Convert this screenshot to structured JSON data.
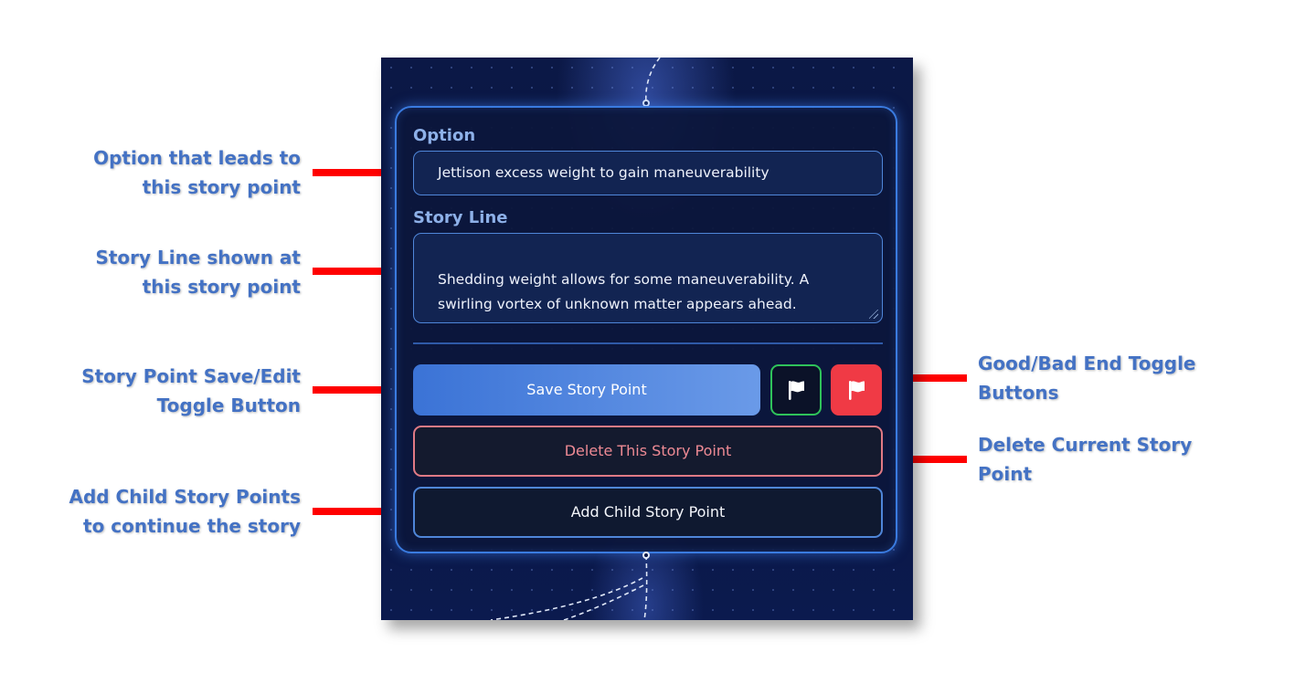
{
  "annotations": {
    "option_note": [
      "Option that leads to",
      "this story point"
    ],
    "story_line_note": [
      "Story Line shown at",
      "this story point"
    ],
    "save_note": [
      "Story Point Save/Edit",
      "Toggle Button"
    ],
    "child_note": [
      "Add Child Story Points",
      "to continue the story"
    ],
    "end_toggle_note": [
      "Good/Bad End Toggle",
      "Buttons"
    ],
    "delete_note": [
      "Delete Current Story",
      "Point"
    ]
  },
  "editor": {
    "option_label": "Option",
    "option_value": "Jettison excess weight to gain maneuverability",
    "story_line_label": "Story Line",
    "story_line_value": "Shedding weight allows for some maneuverability. A\nswirling vortex of unknown matter appears ahead.",
    "save_label": "Save Story Point",
    "delete_label": "Delete This Story Point",
    "add_child_label": "Add Child Story Point",
    "good_end_icon": "flag-icon",
    "bad_end_icon": "flag-icon"
  },
  "colors": {
    "annotation_text": "#4472c4",
    "arrow": "#ff0000",
    "card_border": "#3a7be0",
    "good_end_border": "#2fc25a",
    "bad_end_fill": "#f03a45",
    "delete_border": "#e07a85"
  }
}
